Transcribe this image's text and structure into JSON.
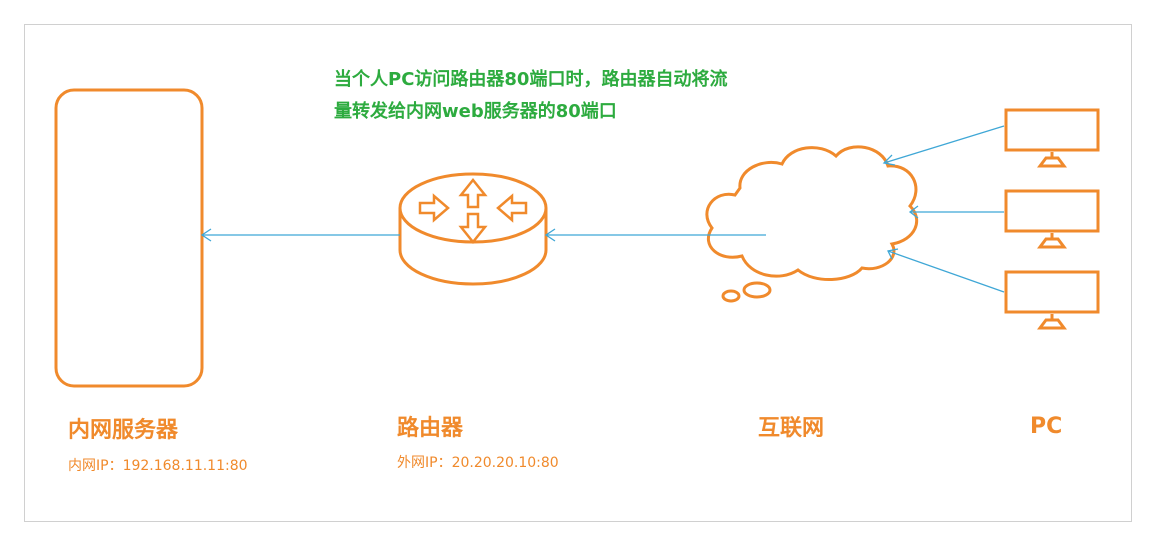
{
  "note": {
    "line1": "当个人PC访问路由器80端口时，路由器自动将流",
    "line2": "量转发给内网web服务器的80端口"
  },
  "nodes": {
    "server": {
      "title": "内网服务器",
      "ip": "内网IP：192.168.11.11:80"
    },
    "router": {
      "title": "路由器",
      "ip": "外网IP：20.20.20.10:80"
    },
    "internet": {
      "title": "互联网"
    },
    "pc": {
      "title": "PC"
    }
  },
  "colors": {
    "shape": "#f08a2c",
    "arrow": "#3fa7d6",
    "note": "#2dab3f"
  }
}
